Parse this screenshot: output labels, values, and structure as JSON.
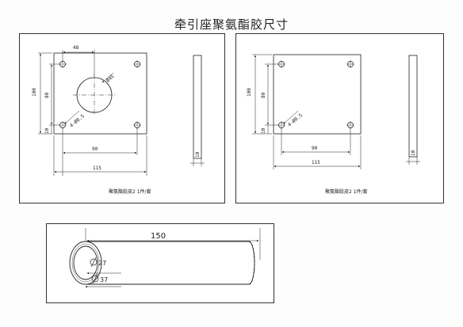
{
  "title": "牵引座聚氨酯胶尺寸",
  "panel_left": {
    "dims": {
      "top_width": "48",
      "height_total": "100",
      "height_inner": "80",
      "bottom_offset": "10",
      "hole_circle": "Ø45",
      "hole_small": "4-Ø8.5",
      "inner_width": "90",
      "outer_width": "115",
      "thickness": "10"
    },
    "caption": "聚氨酯胶皮2 1件/套"
  },
  "panel_right": {
    "dims": {
      "height_total": "100",
      "height_inner": "80",
      "bottom_offset": "10",
      "hole_small": "4-Ø8.5",
      "inner_width": "90",
      "outer_width": "115",
      "thickness": "10"
    },
    "caption": "聚氨酯胶皮2 1件/套"
  },
  "tube": {
    "length": "150",
    "inner_diameter": "27",
    "outer_diameter": "37"
  }
}
